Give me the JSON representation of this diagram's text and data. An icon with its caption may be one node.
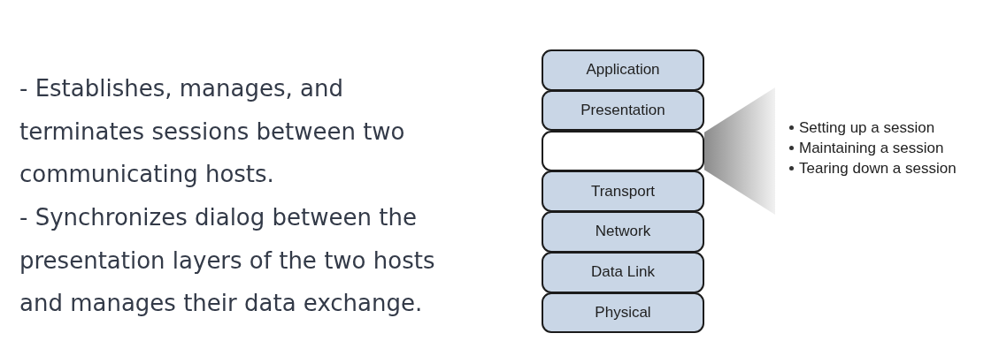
{
  "diagram": {
    "nodes": [
      {
        "text": [
          "Application"
        ]
      },
      {
        "text": [
          "Presentation"
        ]
      },
      {
        "text": [],
        "shape": "box"
      },
      {
        "text": [
          "Transport"
        ]
      },
      {
        "text": [
          "Network"
        ]
      },
      {
        "text": [
          "Data Link"
        ]
      },
      {
        "text": [
          "Physical"
        ]
      },
      {
        "text": [
          "Setting up a session",
          "Maintaining a session",
          "Tearing down a session"
        ]
      }
    ],
    "edges": [
      {
        "from": 7,
        "to": 2,
        "arrow": "none"
      }
    ],
    "labels": [
      "- Establishes, manages, and terminates sessions between two communicating hosts.",
      "- Synchronizes dialog between the presentation layers of the two hosts and manages their data exchange."
    ]
  }
}
